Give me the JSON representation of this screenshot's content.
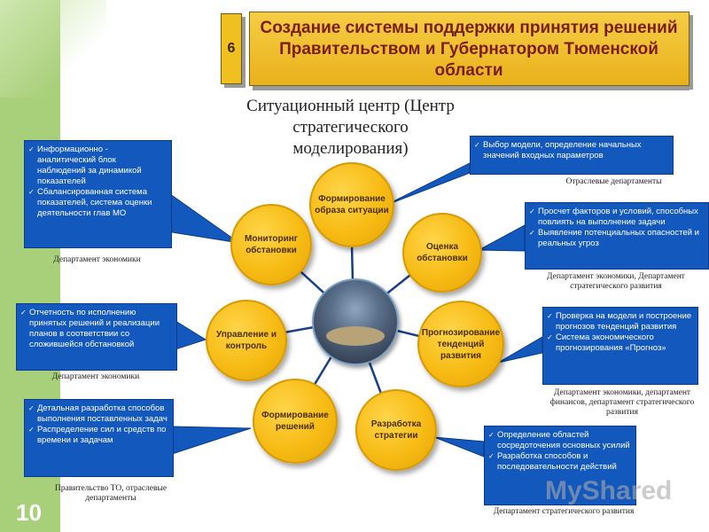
{
  "slide": {
    "number_badge": "6",
    "title": "Создание системы поддержки принятия решений Правительством и Губернатором Тюменской области",
    "subtitle": "Ситуационный центр (Центр стратегического моделирования)",
    "page_number": "10",
    "watermark": "MyShared"
  },
  "colors": {
    "title_fill": "#f0c020",
    "title_text": "#7a1e12",
    "circle_fill": "#f7bb14",
    "box_fill": "#1358bc",
    "side_strip": "#a8cf7a"
  },
  "center": {
    "image": "meeting-room-photo"
  },
  "nodes": {
    "formation_image": "Формирование образа ситуации",
    "assessment": "Оценка обстановки",
    "forecasting": "Прогнозирование тенденций развития",
    "strategy": "Разработка стратегии",
    "decisions": "Формирование решений",
    "control": "Управление и контроль",
    "monitoring": "Мониторинг обстановки"
  },
  "boxes": {
    "monitoring": {
      "items": [
        "Информационно - аналитический блок наблюдений за динамикой показателей",
        "Сбалансированная система показателей, система оценки деятельности глав МО"
      ],
      "dept": "Департамент экономики"
    },
    "formation_image": {
      "items": [
        "Выбор модели, определение начальных значений входных параметров"
      ],
      "dept": "Отраслевые департаменты"
    },
    "assessment": {
      "items": [
        "Просчет факторов и условий, способных повлиять на выполнение задачи",
        "Выявление потенциальных опасностей и реальных угроз"
      ],
      "dept": "Департамент экономики, Департамент стратегического развития"
    },
    "control": {
      "items": [
        "Отчетность по исполнению принятых решений и реализации планов в соответствии со сложившейся обстановкой"
      ],
      "dept": "Департамент экономики"
    },
    "forecasting": {
      "items": [
        "Проверка на модели и построение прогнозов тенденций развития",
        "Система экономического прогнозирования «Прогноз»"
      ],
      "dept": "Департамент экономики, департамент финансов, департамент стратегического развития"
    },
    "decisions": {
      "items": [
        "Детальная разработка способов выполнения поставленных задач",
        "Распределение сил и средств по времени и задачам"
      ],
      "dept": "Правительство ТО, отраслевые департаменты"
    },
    "strategy": {
      "items": [
        "Определение областей сосредоточения основных усилий",
        "Разработка способов и последовательности действий"
      ],
      "dept": "Департамент стратегического развития"
    }
  }
}
